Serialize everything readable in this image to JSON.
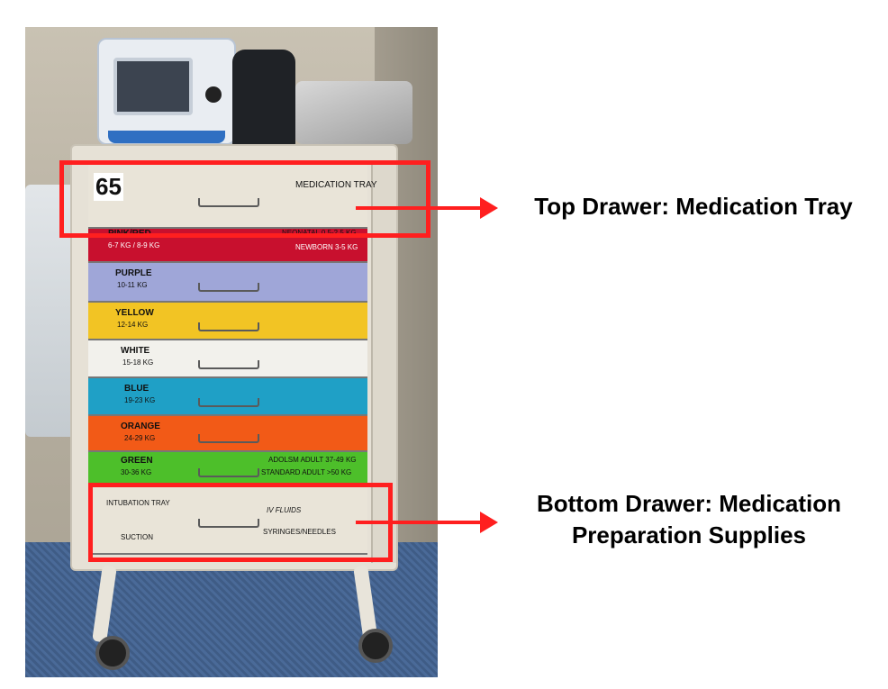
{
  "callouts": {
    "top": "Top Drawer: Medication Tray",
    "bottom_line1": "Bottom Drawer: Medication",
    "bottom_line2": "Preparation Supplies"
  },
  "cart": {
    "number": "65",
    "top_drawer": "MEDICATION TRAY",
    "drawers": [
      {
        "label": "PINK/RED",
        "sub": "6-7 KG / 8-9 KG",
        "right": "NEONATAL 0.5-2.5 KG",
        "right2": "NEWBORN 3-5 KG",
        "color": "#c8102e"
      },
      {
        "label": "PURPLE",
        "sub": "10-11 KG",
        "color": "#9fa6d8"
      },
      {
        "label": "YELLOW",
        "sub": "12-14 KG",
        "color": "#f2c424"
      },
      {
        "label": "WHITE",
        "sub": "15-18 KG",
        "color": "#f2f1ec"
      },
      {
        "label": "BLUE",
        "sub": "19-23 KG",
        "color": "#1fa0c6"
      },
      {
        "label": "ORANGE",
        "sub": "24-29 KG",
        "color": "#f25a17"
      },
      {
        "label": "GREEN",
        "sub": "30-36 KG",
        "right": "ADOLSM ADULT 37-49 KG",
        "right2": "STANDARD ADULT >50 KG",
        "color": "#4dbf2a"
      }
    ],
    "bottom_drawer": {
      "left1": "INTUBATION TRAY",
      "left2": "SUCTION",
      "right1": "IV FLUIDS",
      "right2": "SYRINGES/NEEDLES"
    }
  },
  "colors": {
    "highlight": "#ff1f1f"
  }
}
